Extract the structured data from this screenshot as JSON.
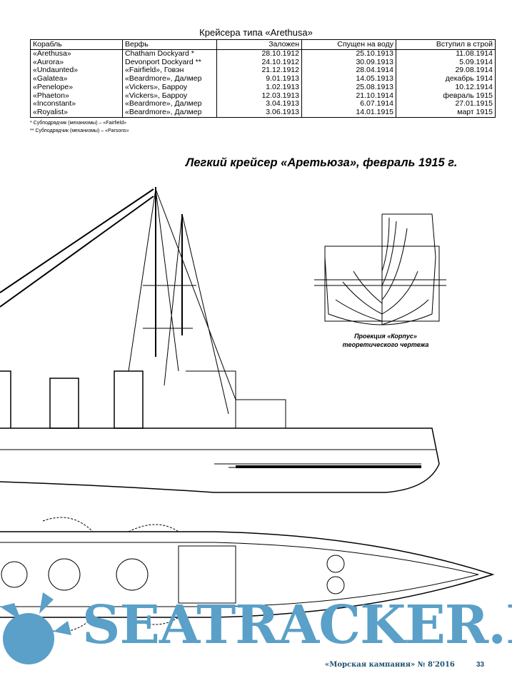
{
  "table": {
    "title": "Крейсера типа «Arethusa»",
    "headers": [
      "Корабль",
      "Верфь",
      "Заложен",
      "Спущен на воду",
      "Вступил в строй"
    ],
    "rows": [
      [
        "«Arethusa»",
        "Chatham Dockyard *",
        "28.10.1912",
        "25.10.1913",
        "11.08.1914"
      ],
      [
        "«Aurora»",
        "Devonport Dockyard **",
        "24.10.1912",
        "30.09.1913",
        "5.09.1914"
      ],
      [
        "«Undaunted»",
        "«Fairfield», Говэн",
        "21.12.1912",
        "28.04.1914",
        "29.08.1914"
      ],
      [
        "«Galatea»",
        "«Beardmore», Далмер",
        "9.01.1913",
        "14.05.1913",
        "декабрь 1914"
      ],
      [
        "«Penelope»",
        "«Vickers», Барроу",
        "1.02.1913",
        "25.08.1913",
        "10.12.1914"
      ],
      [
        "«Phaeton»",
        "«Vickers», Барроу",
        "12.03.1913",
        "21.10.1914",
        "февраль 1915"
      ],
      [
        "«Inconstant»",
        "«Beardmore», Далмер",
        "3.04.1913",
        "6.07.1914",
        "27.01.1915"
      ],
      [
        "«Royalist»",
        "«Beardmore», Далмер",
        "3.06.1913",
        "14.01.1915",
        "март 1915"
      ]
    ],
    "footnotes": [
      "* Субподрядчик (механизмы) – «Fairfield»",
      "** Субподрядчик (механизмы) – «Parsons»"
    ]
  },
  "drawing_title": "Легкий крейсер «Аретьюза», февраль 1915 г.",
  "hull_caption": [
    "Проекция «Корпус»",
    "теоретического чертежа"
  ],
  "watermark": "SEATRACKER.RU",
  "footer": {
    "magazine": "«Морская кампания» № 8'2016",
    "page": "33"
  }
}
